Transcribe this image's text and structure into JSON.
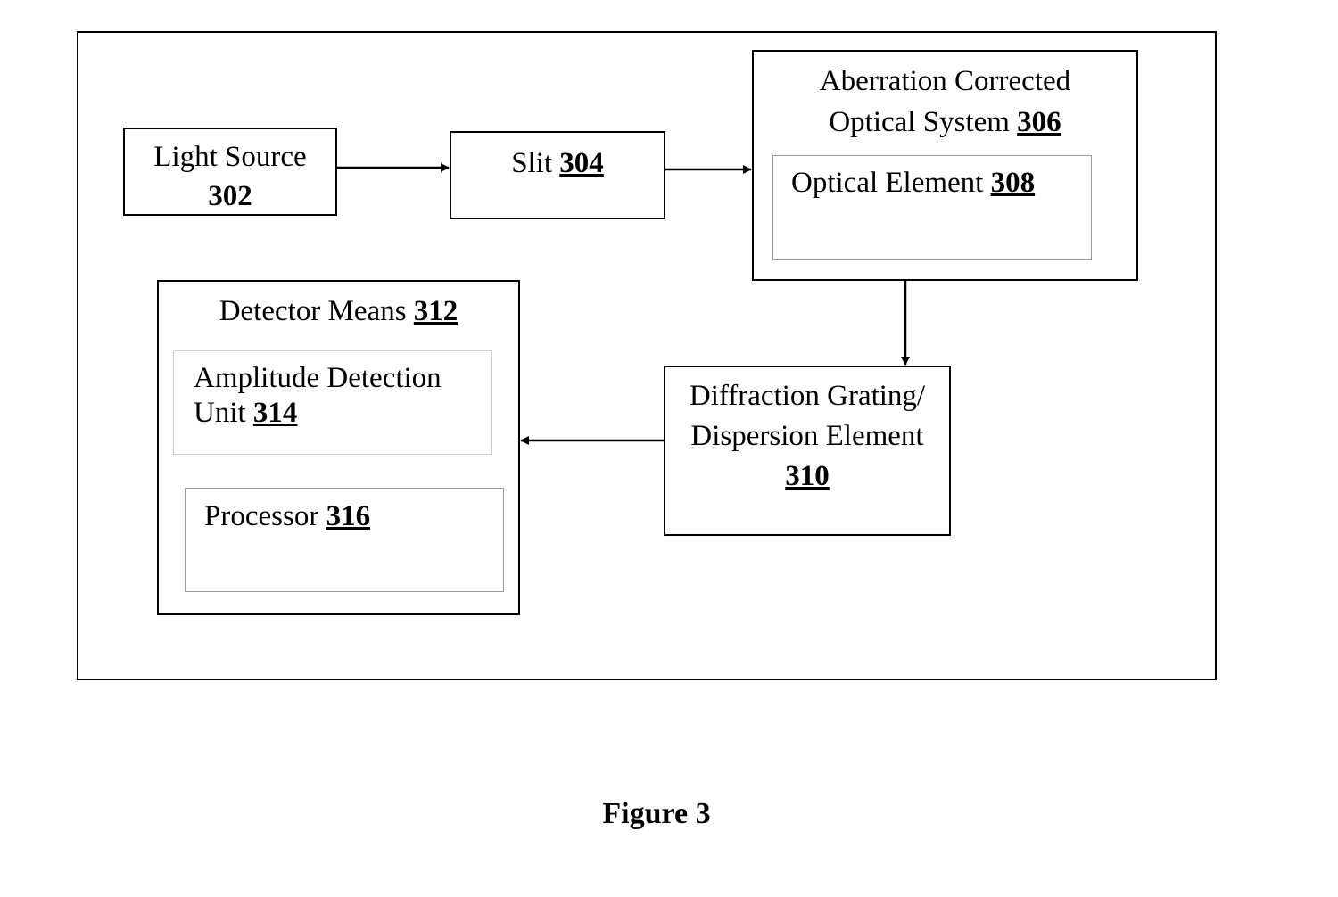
{
  "figure": {
    "caption": "Figure 3"
  },
  "blocks": {
    "light_source": {
      "label": "Light Source",
      "ref": "302"
    },
    "slit": {
      "label": "Slit",
      "ref": "304"
    },
    "optical_system": {
      "label_line1": "Aberration Corrected",
      "label_line2": "Optical System",
      "ref": "306"
    },
    "optical_element": {
      "label": "Optical Element",
      "ref": "308"
    },
    "diffraction_grating": {
      "label_line1": "Diffraction Grating/",
      "label_line2": "Dispersion Element",
      "ref": "310"
    },
    "detector_means": {
      "label": "Detector Means",
      "ref": "312"
    },
    "amplitude_detection": {
      "label_line1": "Amplitude Detection",
      "label_line2": "Unit",
      "ref": "314"
    },
    "processor": {
      "label": "Processor",
      "ref": "316"
    }
  }
}
